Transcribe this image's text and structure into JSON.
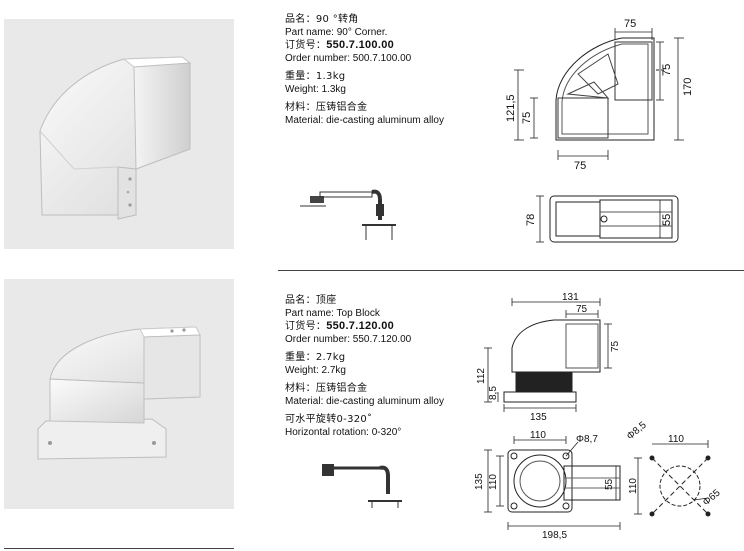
{
  "products": [
    {
      "name_cn": "品名：90 °转角",
      "name_en": "Part name: 90° Corner.",
      "order_cn_label": "订货号：",
      "order_cn_value": "550.7.100.00",
      "order_en": "Order number: 500.7.100.00",
      "weight_cn": "重量：1.3kg",
      "weight_en": "Weight: 1.3kg",
      "material_cn": "材料：压铸铝合金",
      "material_en": "Material: die-casting aluminum alloy",
      "dims": {
        "top": "75",
        "right_upper": "75",
        "overall_h": "170",
        "left_outer": "121,5",
        "left_inner": "75",
        "bottom": "75",
        "side_h": "78",
        "side_w": "55"
      }
    },
    {
      "name_cn": "品名：顶座",
      "name_en": "Part name: Top Block",
      "order_cn_label": "订货号：",
      "order_cn_value": "550.7.120.00",
      "order_en": "Order number: 550.7.120.00",
      "weight_cn": "重量：2.7kg",
      "weight_en": "Weight: 2.7kg",
      "material_cn": "材料：压铸铝合金",
      "material_en": "Material: die-casting aluminum alloy",
      "rotation_cn": "可水平旋转0-320˚",
      "rotation_en": "Horizontal rotation: 0-320°",
      "dims": {
        "top_w": "131",
        "top_inner": "75",
        "right_h": "75",
        "left_h": "112",
        "left_small": "8,5",
        "base_w": "135",
        "plan_top": "110",
        "hole": "Φ8,7",
        "plan_left_outer": "135",
        "plan_left_inner": "110",
        "plan_right": "55",
        "plan_bottom": "198,5",
        "bc_hole": "Φ8,5",
        "bc_top": "110",
        "bc_left": "110",
        "bc_circle": "Φ65"
      }
    }
  ]
}
